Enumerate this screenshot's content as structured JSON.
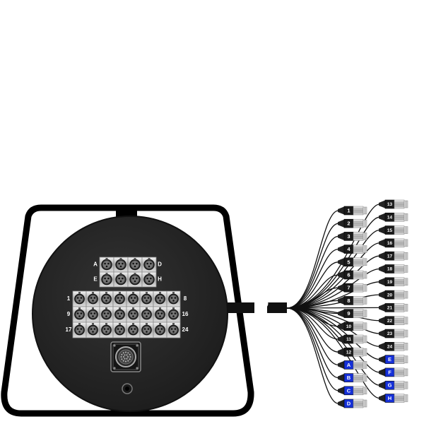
{
  "panel": {
    "return_rows": [
      {
        "left_label": "A",
        "right_label": "D"
      },
      {
        "left_label": "E",
        "right_label": "H"
      }
    ],
    "send_rows": [
      {
        "left_label": "1",
        "right_label": "8"
      },
      {
        "left_label": "9",
        "right_label": "16"
      },
      {
        "left_label": "17",
        "right_label": "24"
      }
    ],
    "multipin_connector": "multipin-connector-icon",
    "ground_post": "ground-post-icon"
  },
  "fanout": {
    "left_column": [
      "1",
      "2",
      "3",
      "4",
      "5",
      "6",
      "7",
      "8",
      "9",
      "10",
      "11",
      "12",
      "A",
      "B",
      "C",
      "D"
    ],
    "right_column": [
      "13",
      "14",
      "15",
      "16",
      "17",
      "18",
      "19",
      "20",
      "21",
      "22",
      "23",
      "24",
      "E",
      "F",
      "G",
      "H"
    ]
  },
  "colors": {
    "reel_body": "#262626",
    "frame": "#000000",
    "numbered_tag": "#1a1a1a",
    "lettered_tag": "#1530d8",
    "metal": "#c9c9c9"
  },
  "icons": {
    "xlr_jack": "xlr-jack-icon",
    "xlr_plug": "xlr-plug-icon",
    "cable_break": "cable-break-icon"
  }
}
